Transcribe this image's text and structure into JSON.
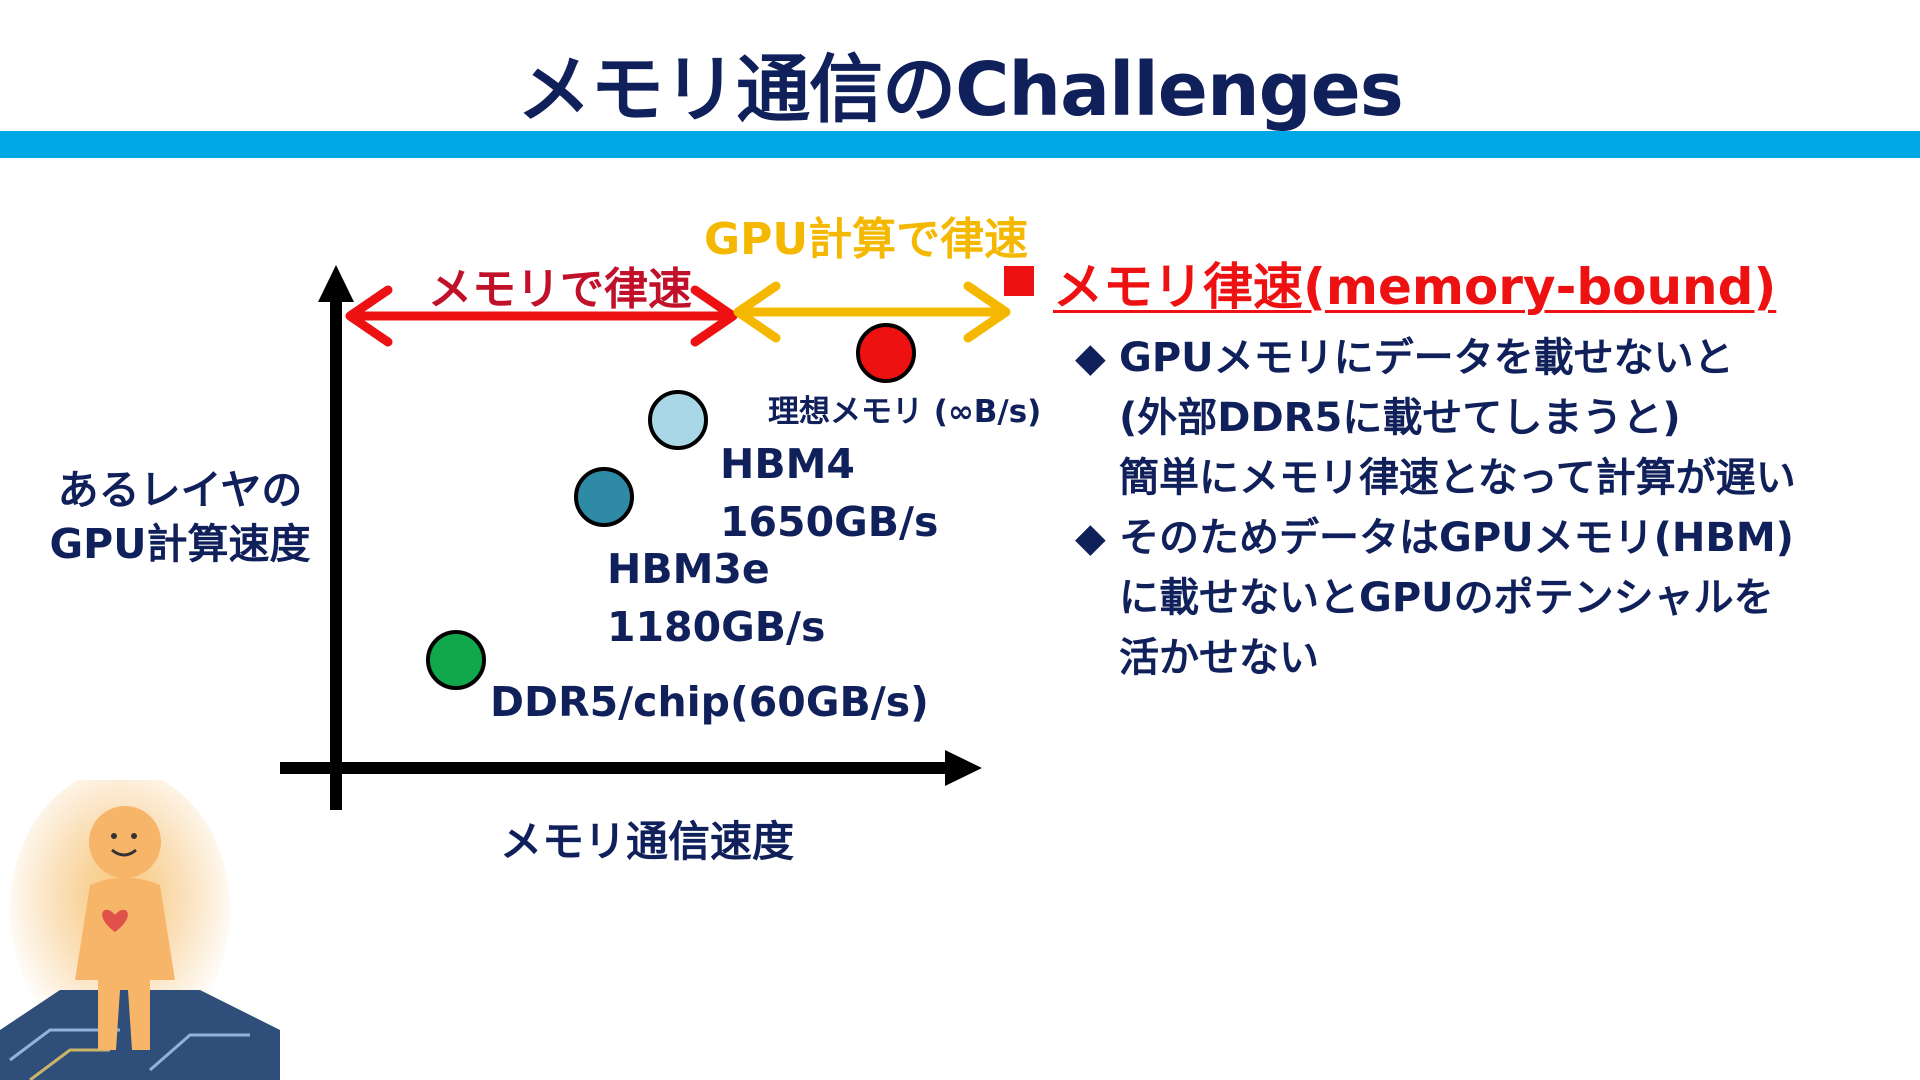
{
  "title": "メモリ通信のChallenges",
  "axes": {
    "y_label_line1": "あるレイヤの",
    "y_label_line2": "GPU計算速度",
    "x_label": "メモリ通信速度"
  },
  "ranges": {
    "memory_bound_label": "メモリで律速",
    "gpu_bound_label": "GPU計算で律速"
  },
  "points": {
    "ideal": {
      "label": "理想メモリ (∞B/s)",
      "color": "#ee1111"
    },
    "hbm4": {
      "name": "HBM4",
      "bandwidth": "1650GB/s",
      "color": "#a9d7e6"
    },
    "hbm3e": {
      "name": "HBM3e",
      "bandwidth": "1180GB/s",
      "color": "#2f8aa6"
    },
    "ddr5": {
      "label": "DDR5/chip(60GB/s)",
      "color": "#10a84a"
    }
  },
  "legend": {
    "text": "メモリ律速(memory-bound)",
    "color": "#ee1111"
  },
  "bullets": [
    {
      "diamond": "◆",
      "lines": [
        "GPUメモリにデータを載せないと",
        "(外部DDR5に載せてしまうと)",
        "簡単にメモリ律速となって計算が遅い"
      ]
    },
    {
      "diamond": "◆",
      "lines": [
        "そのためデータはGPUメモリ(HBM)",
        "に載せないとGPUのポテンシャルを",
        "活かせない"
      ]
    }
  ],
  "colors": {
    "title": "#10205a",
    "accent_bar": "#00a8e6",
    "memory_arrow": "#ee1111",
    "gpu_arrow": "#f5b800",
    "axis": "#000000"
  },
  "icons": {
    "mascot": "glowing-figure-on-circuit-icon"
  }
}
